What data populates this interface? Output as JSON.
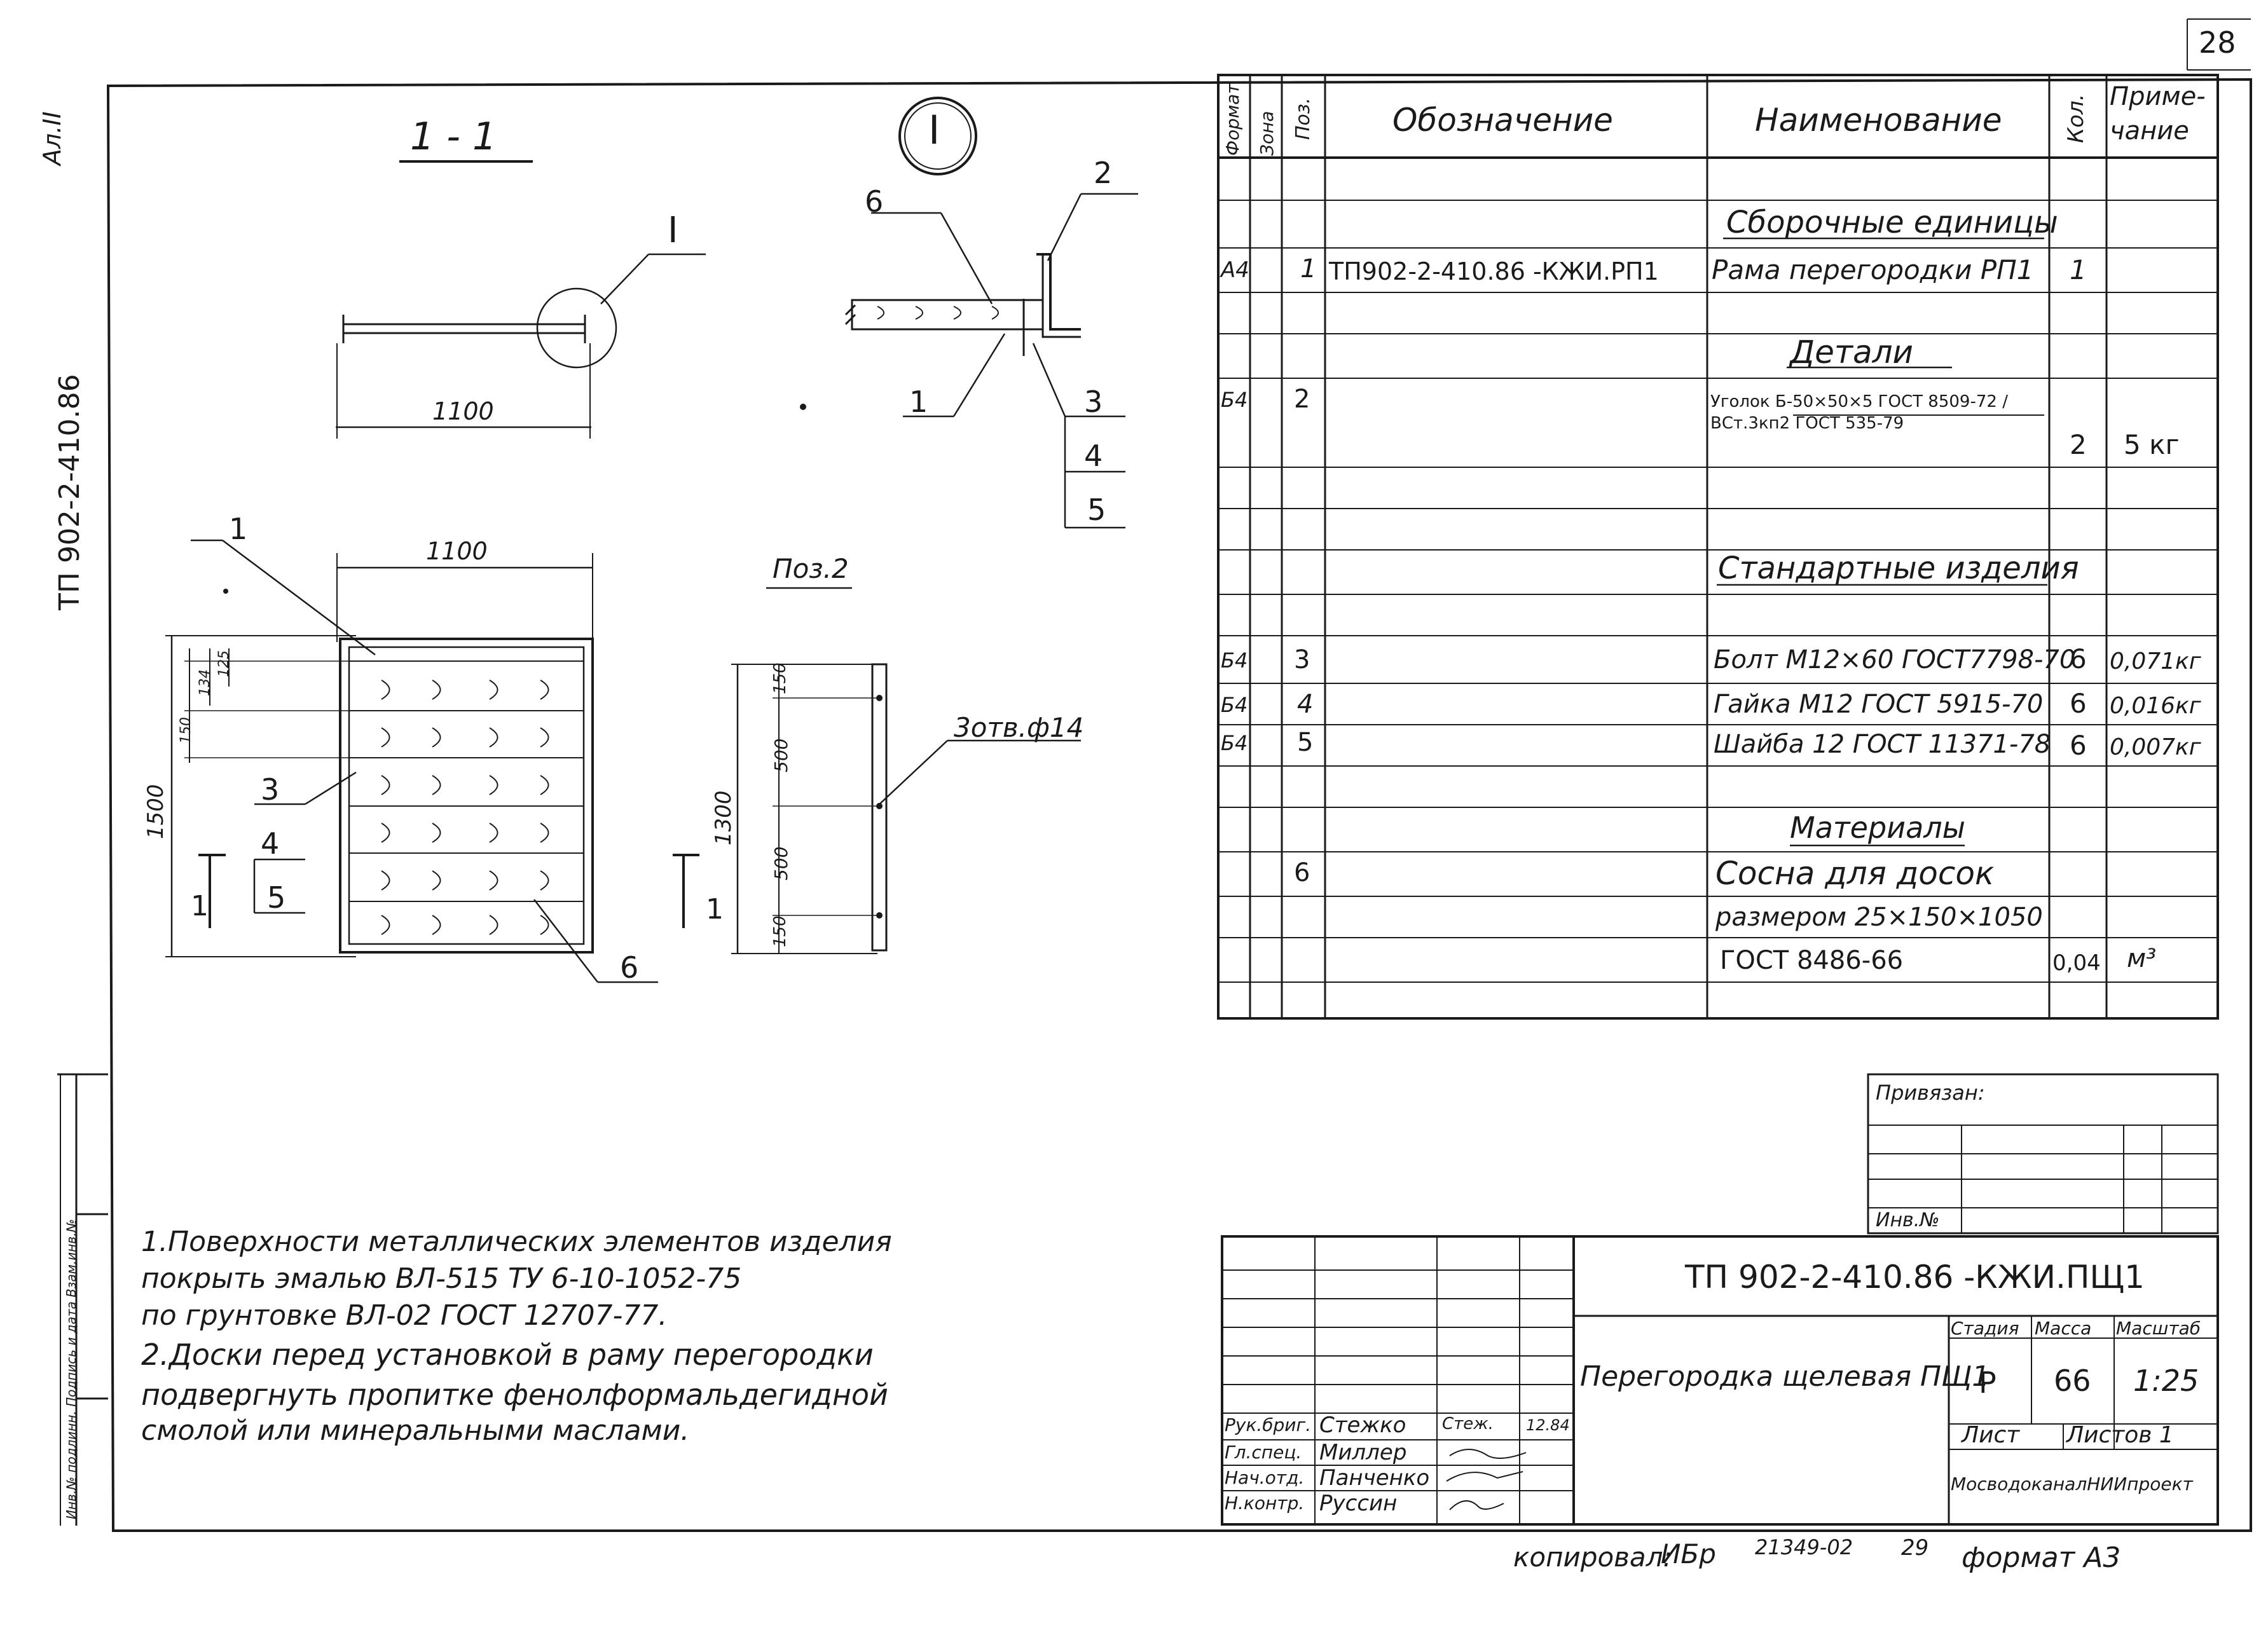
{
  "page_number": "28",
  "side": {
    "sheet_code": "Ал.II",
    "project": "ТП 902-2-410.86",
    "stamp_text": "Инв.№ подлинн. Подпись и дата Взам.инв.№"
  },
  "drawing": {
    "section_title": "1 - 1",
    "detail_mark": "I",
    "callout_I": "I",
    "dim_1100_top": "1100",
    "dim_1100_plan": "1100",
    "dim_1500": "1500",
    "dim_1300": "1300",
    "dims_small": [
      "125",
      "134",
      "150"
    ],
    "pos2_title": "Поз.2",
    "pos2_dims": [
      "150",
      "500",
      "500",
      "150"
    ],
    "holes_label": "3отв.ф14",
    "leaders": {
      "detail": [
        "6",
        "2",
        "1",
        "3",
        "4",
        "5"
      ],
      "plan": [
        "1",
        "3",
        "4",
        "5",
        "6"
      ]
    },
    "cut_marks": [
      "1",
      "1"
    ]
  },
  "spec_table": {
    "headers": {
      "format": "Формат",
      "zone": "Зона",
      "pos": "Поз.",
      "designation": "Обозначение",
      "name": "Наименование",
      "qty": "Кол.",
      "note": "Приме-чание"
    },
    "rows": [
      {
        "format": "",
        "pos": "",
        "designation": "",
        "name": "Сборочные единицы",
        "qty": "",
        "note": "",
        "heading": true
      },
      {
        "format": "А4",
        "pos": "1",
        "designation": "ТП902-2-410.86    -КЖИ.РП1",
        "name": "Рама перегородки РП1",
        "qty": "1",
        "note": ""
      },
      {
        "format": "",
        "pos": "",
        "designation": "",
        "name": "Детали",
        "qty": "",
        "note": "",
        "heading": true
      },
      {
        "format": "Б4",
        "pos": "2",
        "designation": "",
        "name": "Уголок Б-50×50×5 ГОСТ 8509-72 / ВСт.3кп2 ГОСТ 535-79",
        "qty": "2",
        "note": "5 кг"
      },
      {
        "format": "",
        "pos": "",
        "designation": "",
        "name": "Стандартные изделия",
        "qty": "",
        "note": "",
        "heading": true
      },
      {
        "format": "Б4",
        "pos": "3",
        "designation": "",
        "name": "Болт М12×60 ГОСТ7798-70",
        "qty": "6",
        "note": "0,071кг"
      },
      {
        "format": "Б4",
        "pos": "4",
        "designation": "",
        "name": "Гайка М12 ГОСТ 5915-70",
        "qty": "6",
        "note": "0,016кг"
      },
      {
        "format": "Б4",
        "pos": "5",
        "designation": "",
        "name": "Шайба 12 ГОСТ 11371-78",
        "qty": "6",
        "note": "0,007кг"
      },
      {
        "format": "",
        "pos": "",
        "designation": "",
        "name": "Материалы",
        "qty": "",
        "note": "",
        "heading": true
      },
      {
        "format": "",
        "pos": "6",
        "designation": "",
        "name": "Сосна для досок",
        "qty": "",
        "note": ""
      },
      {
        "format": "",
        "pos": "",
        "designation": "",
        "name": "размером 25×150×1050",
        "qty": "",
        "note": ""
      },
      {
        "format": "",
        "pos": "",
        "designation": "",
        "name": "ГОСТ 8486-66",
        "qty": "0,04",
        "note": "м³"
      }
    ]
  },
  "notes": [
    "1.Поверхности металлических элементов изделия",
    "покрыть эмалью ВЛ-515 ТУ 6-10-1052-75",
    "по грунтовке ВЛ-02 ГОСТ 12707-77.",
    "2.Доски перед установкой в раму перегородки",
    "подвергнуть пропитке фенолформальдегидной",
    "смолой или минеральными маслами."
  ],
  "binding": {
    "label": "Привязан:",
    "inv": "Инв.№"
  },
  "title_block": {
    "code": "ТП 902-2-410.86   -КЖИ.ПЩ1",
    "title": "Перегородка щелевая ПЩ1",
    "stage_label": "Стадия",
    "mass_label": "Масса",
    "scale_label": "Масштаб",
    "stage": "Р",
    "mass": "66",
    "scale": "1:25",
    "sheet_label": "Лист",
    "sheets_label": "Листов 1",
    "org": "МосводоканалНИИпроект",
    "people": [
      {
        "role": "Рук.бриг.",
        "name": "Стежко",
        "sign": "Стеж.",
        "date": "12.84"
      },
      {
        "role": "Гл.спец.",
        "name": "Миллер",
        "sign": "",
        "date": ""
      },
      {
        "role": "Нач.отд.",
        "name": "Панченко",
        "sign": "",
        "date": ""
      },
      {
        "role": "Н.контр.",
        "name": "Руссин",
        "sign": "",
        "date": ""
      }
    ]
  },
  "footer": {
    "copied": "копировал:",
    "copied_sign": "ИБр",
    "inv": "21349-02",
    "num": "29",
    "format": "формат А3"
  }
}
